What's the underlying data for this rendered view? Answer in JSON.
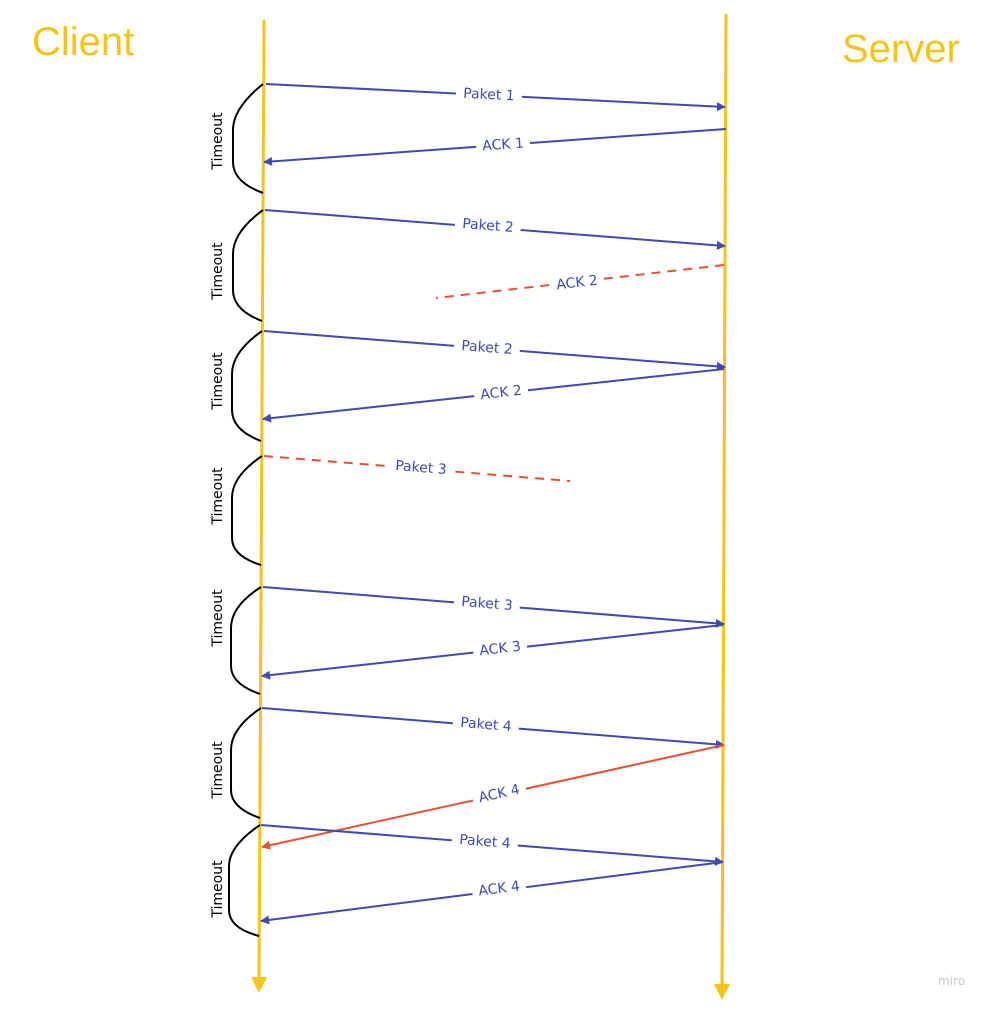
{
  "diagram": {
    "client_label": "Client",
    "server_label": "Server",
    "timeout_label": "Timeout",
    "watermark": "miro",
    "colors": {
      "lifeline": "#f6c418",
      "message": "#3f4ab5",
      "lost": "#e8512f",
      "timeout_bracket": "#000000"
    },
    "messages": [
      {
        "label": "Paket 1",
        "from": "client",
        "to": "server",
        "status": "delivered"
      },
      {
        "label": "ACK 1",
        "from": "server",
        "to": "client",
        "status": "delivered"
      },
      {
        "label": "Paket 2",
        "from": "client",
        "to": "server",
        "status": "delivered"
      },
      {
        "label": "ACK 2",
        "from": "server",
        "to": "client",
        "status": "lost"
      },
      {
        "label": "Paket 2",
        "from": "client",
        "to": "server",
        "status": "delivered"
      },
      {
        "label": "ACK 2",
        "from": "server",
        "to": "client",
        "status": "delivered"
      },
      {
        "label": "Paket 3",
        "from": "client",
        "to": "server",
        "status": "lost"
      },
      {
        "label": "Paket 3",
        "from": "client",
        "to": "server",
        "status": "delivered"
      },
      {
        "label": "ACK 3",
        "from": "server",
        "to": "client",
        "status": "delivered"
      },
      {
        "label": "Paket 4",
        "from": "client",
        "to": "server",
        "status": "delivered"
      },
      {
        "label": "ACK 4",
        "from": "server",
        "to": "client",
        "status": "late"
      },
      {
        "label": "Paket 4",
        "from": "client",
        "to": "server",
        "status": "delivered"
      },
      {
        "label": "ACK 4",
        "from": "server",
        "to": "client",
        "status": "delivered"
      }
    ],
    "timeouts": 7
  }
}
